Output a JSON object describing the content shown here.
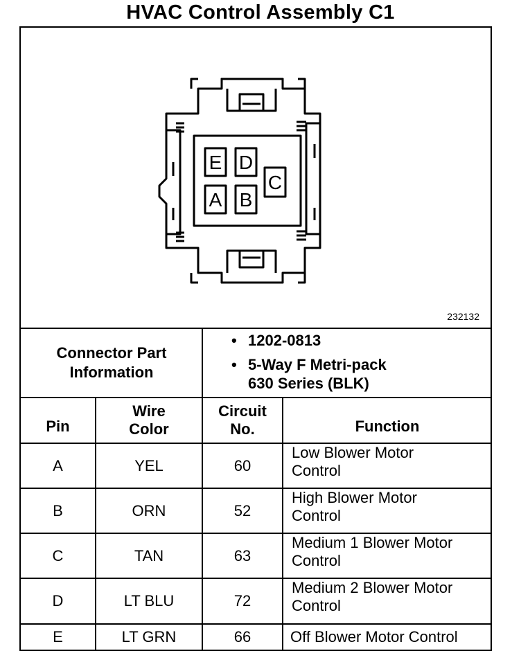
{
  "title": "HVAC Control Assembly C1",
  "figure_id": "232132",
  "connector": {
    "pins": [
      {
        "label": "E"
      },
      {
        "label": "D"
      },
      {
        "label": "C"
      },
      {
        "label": "A"
      },
      {
        "label": "B"
      }
    ]
  },
  "part_info": {
    "label_line1": "Connector Part",
    "label_line2": "Information",
    "items": [
      {
        "line1": "1202-0813",
        "line2": ""
      },
      {
        "line1": "5-Way F Metri-pack",
        "line2": "630 Series (BLK)"
      }
    ]
  },
  "table": {
    "headers": {
      "pin": "Pin",
      "wire_line1": "Wire",
      "wire_line2": "Color",
      "circuit_line1": "Circuit",
      "circuit_line2": "No.",
      "function": "Function"
    },
    "rows": [
      {
        "pin": "A",
        "wire": "YEL",
        "circuit": "60",
        "func1": "Low Blower Motor",
        "func2": "Control"
      },
      {
        "pin": "B",
        "wire": "ORN",
        "circuit": "52",
        "func1": "High Blower Motor",
        "func2": "Control"
      },
      {
        "pin": "C",
        "wire": "TAN",
        "circuit": "63",
        "func1": "Medium 1 Blower Motor",
        "func2": "Control"
      },
      {
        "pin": "D",
        "wire": "LT BLU",
        "circuit": "72",
        "func1": "Medium 2 Blower Motor",
        "func2": "Control"
      },
      {
        "pin": "E",
        "wire": "LT GRN",
        "circuit": "66",
        "func1": "Off Blower Motor Control",
        "func2": ""
      }
    ]
  }
}
